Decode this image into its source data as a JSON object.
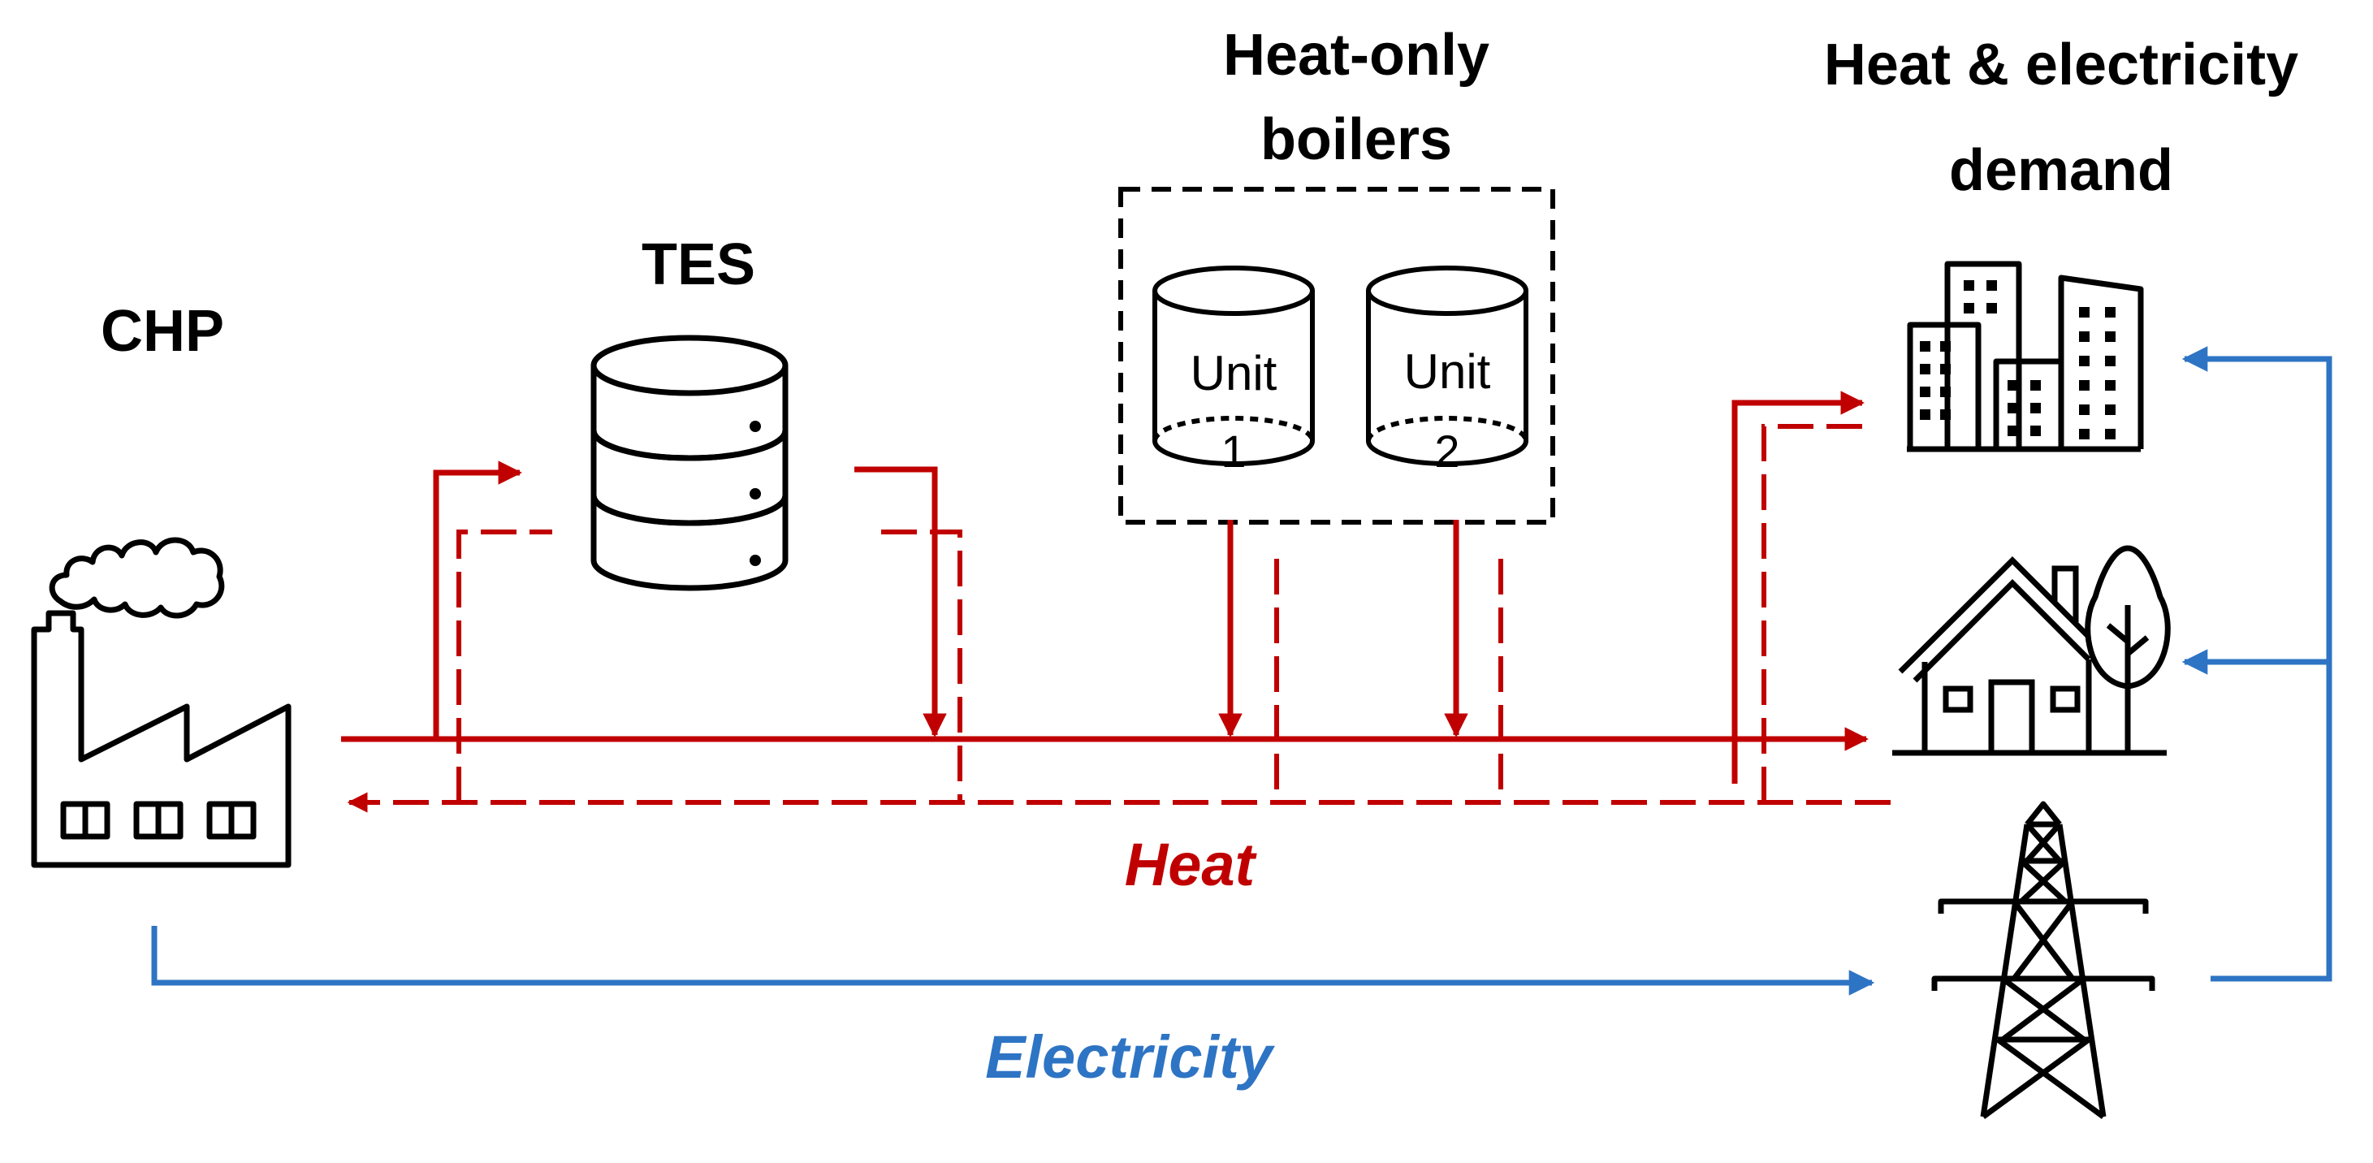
{
  "labels": {
    "chp": "CHP",
    "tes": "TES",
    "boilers_line1": "Heat-only",
    "boilers_line2": "boilers",
    "demand_line1": "Heat & electricity",
    "demand_line2": "demand",
    "heat": "Heat",
    "electricity": "Electricity"
  },
  "boilers": {
    "unit1": {
      "word": "Unit",
      "number": "1"
    },
    "unit2": {
      "word": "Unit",
      "number": "2"
    }
  },
  "colors": {
    "heat": "#c00000",
    "electricity": "#2e74c4",
    "outline": "#000000"
  },
  "icons": {
    "chp": "factory-icon",
    "tes": "storage-tank-icon",
    "buildings": "office-buildings-icon",
    "house": "house-icon",
    "tree": "tree-icon",
    "pylon": "transmission-tower-icon"
  }
}
